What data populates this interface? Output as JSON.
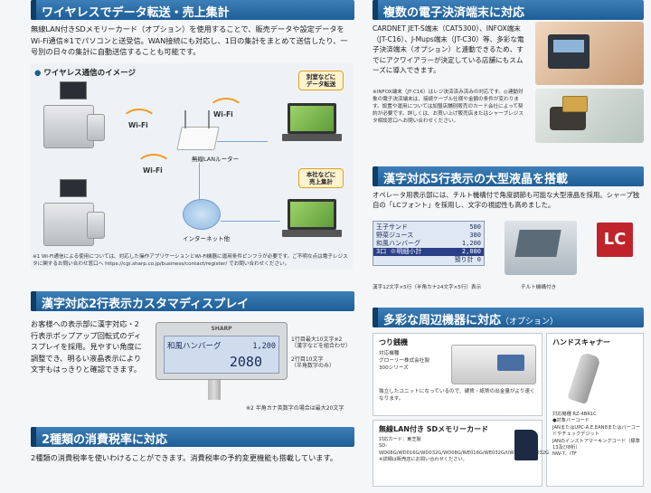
{
  "wireless": {
    "title": "ワイヤレスでデータ転送・売上集計",
    "body": "無線LAN付きSDメモリーカード（オプション）を使用することで、販売データや設定データをWi-Fi通信※1でパソコンと送受信。WAN接続にも対応し、1日の集計をまとめて送信したり、一号別の日々の集計に自動送信することも可能です。",
    "image_title": "ワイヤレス通信のイメージ",
    "wifi_label": "Wi-Fi",
    "router_label": "無線LANルーター",
    "internet_label": "インターネット他",
    "bubble_1": "別室などに\nデータ転送",
    "bubble_2": "本社などに\n売上集計",
    "note": "※1 Wi-Fi通信による使用については、対応した操作アプリケーションとWi-Fi機器に運用条件ピンフラが必要です。ご不明な点は電子レジスタに関するお問い合わせ窓口へ https://cgi.sharp.co.jp/business/contact/register/ でお問い合わせください。"
  },
  "display2": {
    "title": "漢字対応2行表示カスタマディスプレイ",
    "body": "お客様への表示部に漢字対応・2行表示ポップアップ回転式のディスプレイを採用。見やすい角度に調整でき、明るい液晶表示により文字もはっきりと確認できます。",
    "brand": "SHARP",
    "line_1_left": "和風ハンバーグ",
    "line_1_right": "1,200",
    "line_2": "2080",
    "annot_1": "1行目最大10文字※2\n（漢字などを組合わせ）",
    "annot_2": "2行目10文字\n（半角数字のみ）",
    "note": "※2 半角カナ英数字の場合は最大20文字"
  },
  "tax": {
    "title": "2種類の消費税率に対応",
    "body": "2種類の消費税率を使いわけることができます。消費税率の予約変更機能も搭載しています。"
  },
  "payment": {
    "title": "複数の電子決済端末に対応",
    "body": "CARDNET JET-S端末（CAT5300）、INFOX端末（JT-C16）、J-Mups端末（JT-C30）等、多彩な電子決済端末（オプション）と連動できるため、すでにアクワイアラーが決定している店舗にもスムーズに導入できます。",
    "note": "※INFOX端末（JT-C16）はレジ決済済み済みの対応です。◎連動対象の電子決済端末は、接続ケーブル仕様や金額の条件が変わります。設置や運用については加盟店舗別販売のカード会社によって契約が必要です。詳しくは、お買い上げ販売店またはシャープレジスタ相談窓口へお問い合わせください。"
  },
  "lcd5": {
    "title": "漢字対応5行表示の大型液晶を搭載",
    "body": "オペレータ用表示部には、チルト機構付で角度調節も可能な大型液晶を採用。シャープ独自の「LCフォント」を採用し、文字の視認性も高めました。",
    "rows": [
      {
        "left": "王子サンド",
        "right": "500"
      },
      {
        "left": "野菜ジュース",
        "right": "380"
      },
      {
        "left": "和風ハンバーグ",
        "right": "1,200"
      },
      {
        "left": "3口 ※明細小計",
        "right": "2,080"
      },
      {
        "left": "",
        "right": "預り計 0"
      }
    ],
    "caption_1": "漢字12文字×5行（半角カナ24文字×5行）表示",
    "caption_2": "チルト機構付き",
    "logo": "LC"
  },
  "peripherals": {
    "title": "多彩な周辺機器に対応",
    "title_sub": "（オプション）",
    "scale_title": "つり銭機",
    "scale_body": "対応機種\nグローリー株式会社製\n300シリーズ",
    "scale_note": "独立したユニットになっているので、硬貨・紙幣の出金量がより速くなります。",
    "scanner_title": "ハンドスキャナー",
    "scanner_body": "対応機種 RZ-4BR1C\n●対象バーコード\nJANまたはUPC-A,E,EAN8またはバーコードやチェックデジット\nJANのインストアマーキングコード（標準13及び8桁）\nNW-7、ITF",
    "sd_title": "無線LAN付き SDメモリーカード",
    "sd_body": "対応カード：東芝製\nSD-WD08G/WD016G/WD032G/WD08G/WE016G/WE032G/UW016G/UW032G\n※詳細は販売店にお問い合わせください。"
  }
}
